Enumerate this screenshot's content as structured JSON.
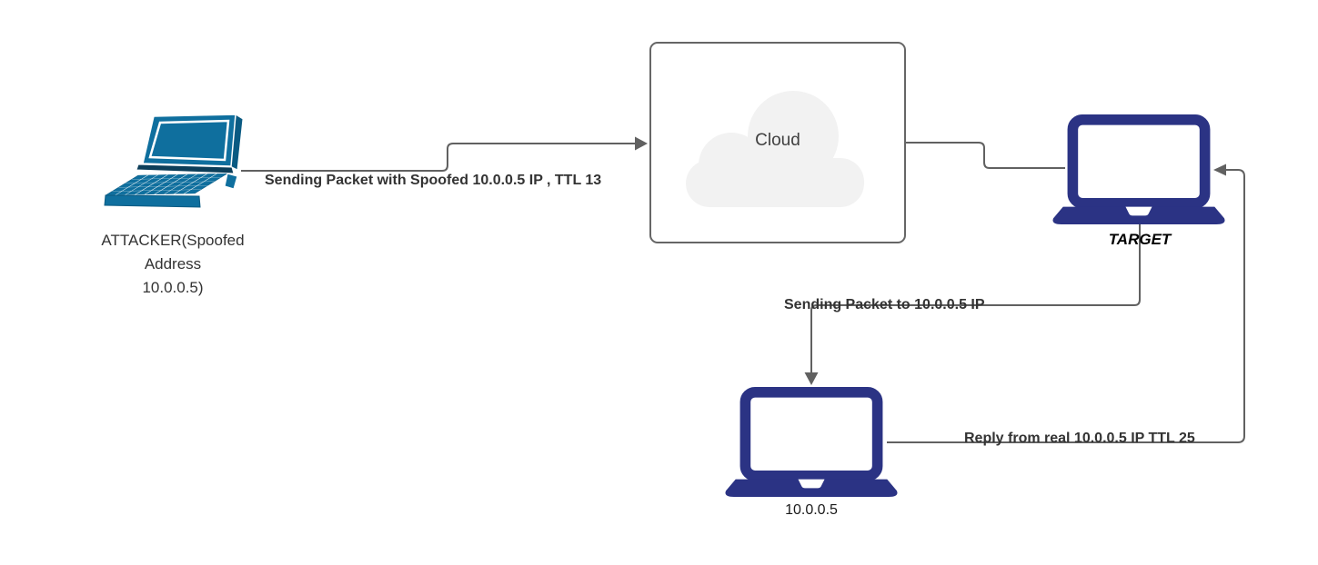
{
  "colors": {
    "connector": "#616161",
    "cloud_border": "#666666",
    "cloud_fill": "#f2f2f2",
    "navy_laptop": "#2b3384",
    "teal_laptop": "#0f6f9e",
    "edge_label_text": "#333333",
    "target_label_text": "#000000"
  },
  "nodes": {
    "attacker": {
      "lines": [
        "ATTACKER(Spoofed",
        "Address",
        "10.0.0.5)"
      ]
    },
    "cloud": {
      "label": "Cloud"
    },
    "target": {
      "label": "TARGET"
    },
    "real_host": {
      "label": "10.0.0.5"
    }
  },
  "edges": {
    "attacker_to_cloud": {
      "label": "Sending Packet with Spoofed 10.0.0.5 IP , TTL 13"
    },
    "target_to_real": {
      "label": "Sending Packet to 10.0.0.5 IP"
    },
    "real_to_target": {
      "label": "Reply from real 10.0.0.5 IP TTL 25"
    }
  }
}
